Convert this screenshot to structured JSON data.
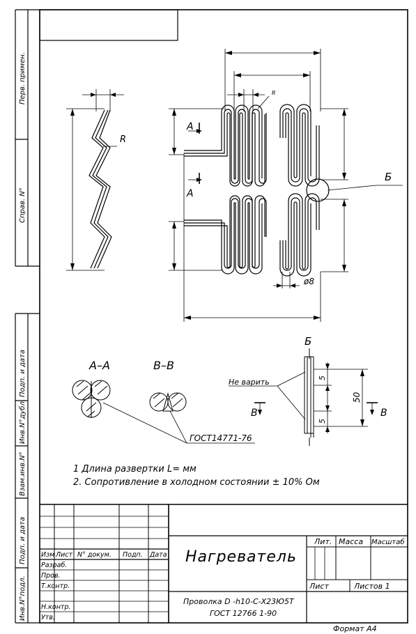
{
  "side_labels": {
    "perv_primen": "Перв. примен.",
    "sprav_no": "Справ. N°",
    "podp_i_data_top": "Подп. и дата",
    "inv_dubl": "Инв.N°дубл.",
    "vzam_inv": "Взам.инв.N°",
    "podp_i_data_bottom": "Подп. и дата",
    "inv_podl": "Инв.N°подл."
  },
  "views": {
    "dim_r": "R",
    "small_r": "R",
    "section_a_top": "А",
    "section_a_bottom": "А",
    "callout_b": "Б",
    "dia_8": "ø8",
    "section_aa_title": "А–А",
    "section_bb_title": "В–В",
    "gost_wire": "ГОСТ14771-76",
    "detail_b_title": "Б",
    "ne_varit": "Не варить",
    "dim_5_top": "5",
    "dim_5_bottom": "5",
    "dim_50": "50",
    "section_b_left": "В",
    "section_b_right": "В"
  },
  "notes": [
    "1  Длина развертки  L=            мм",
    "2. Сопротивление в холодном состоянии       ± 10%   Ом"
  ],
  "title_block": {
    "col_izm": "Изм",
    "col_list": "Лист",
    "col_doc": "N° докум.",
    "col_podp": "Подп.",
    "col_data": "Дата",
    "row_razrab": "Разраб.",
    "row_prov": "Пров.",
    "row_tkontr": "Т.контр.",
    "row_nkontr": "Н.контр.",
    "row_utv": "Утв.",
    "name": "Нагреватель",
    "material_line1": "Проволка D  -h10-С-Х23Ю5Т",
    "material_line2": "ГОСТ 12766 1-90",
    "lit": "Лит.",
    "massa": "Масса",
    "masshtab": "Масштаб",
    "list": "Лист",
    "listov": "Листов  1"
  },
  "format": "Формат  А4"
}
